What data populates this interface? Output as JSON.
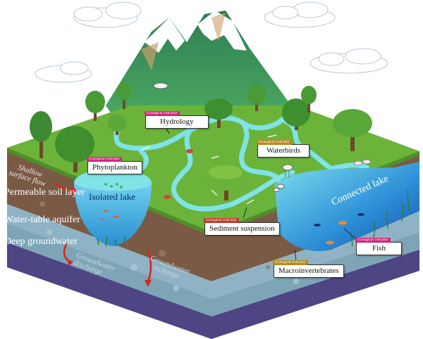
{
  "layers": {
    "permeable": "Permeable soil layer",
    "aquifer": "Water-table aquifer",
    "deep": "Deep groundwater"
  },
  "flows": {
    "shallow_1": "Shallow",
    "shallow_2": "surface flow",
    "discharge_1": "Groundwater",
    "discharge_2": "discharge",
    "recharge_1": "Groundwater",
    "recharge_2": "recharge"
  },
  "lakes": {
    "isolated": "Isolated lake",
    "connected": "Connected lake"
  },
  "indicators": {
    "tag": "Ecological indicator",
    "hydrology": "Hydrology",
    "phytoplankton": "Phytoplankton",
    "waterbirds": "Waterbirds",
    "sediment": "Sediment suspension",
    "fish": "Fish",
    "macroinvertebrates": "Macroinvertebrates"
  },
  "colors": {
    "grass": "#6cb33a",
    "soil": "#7a5a45",
    "aquifer": "#8fb3c4",
    "deep": "#4d4584",
    "water": "#2fa9e0",
    "river": "#7fe3e8"
  }
}
